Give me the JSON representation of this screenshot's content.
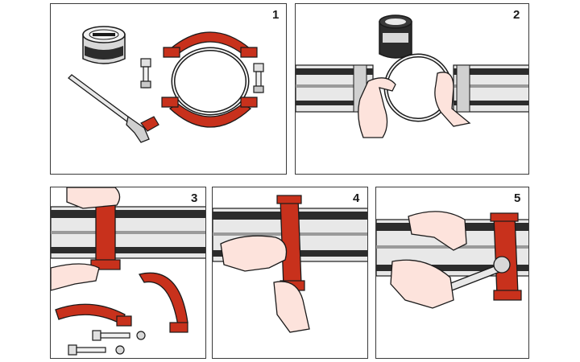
{
  "steps": [
    {
      "number": "1"
    },
    {
      "number": "2"
    },
    {
      "number": "3"
    },
    {
      "number": "4"
    },
    {
      "number": "5"
    }
  ],
  "colors": {
    "coupling_red": "#c8311c",
    "pipe_light": "#e8e8e8",
    "pipe_dark": "#2c2c2c",
    "skin": "#fde3dc",
    "outline": "#1a1a1a"
  },
  "icons": [
    "lubricant-can-icon",
    "wrench-icon",
    "bolt-icon",
    "gasket-icon",
    "coupling-housing-icon",
    "pipe-icon",
    "hand-icon",
    "ratchet-wrench-icon"
  ]
}
